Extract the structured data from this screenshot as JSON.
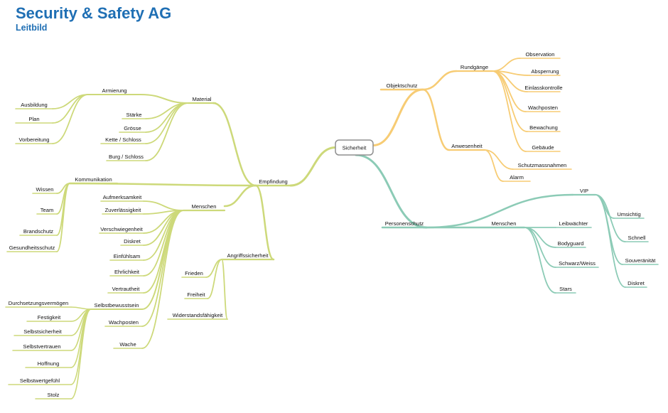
{
  "header": {
    "title": "Security & Safety AG",
    "subtitle": "Leitbild"
  },
  "colors": {
    "empfindung": "#cdd97a",
    "objektschutz": "#f7cc74",
    "personenschutz": "#8ccbb6",
    "title": "#1f6fb4",
    "center_border": "#8f8f8f"
  },
  "mindmap": {
    "center": "Sicherheit",
    "empfindung": {
      "label": "Empfindung",
      "material": {
        "label": "Material",
        "armierung": {
          "label": "Armierung",
          "children": [
            "Ausbildung",
            "Plan",
            "Vorbereitung"
          ]
        },
        "children": [
          "Stärke",
          "Grösse",
          "Kette / Schloss",
          "Burg / Schloss"
        ]
      },
      "kommunikation": {
        "label": "Kommunikation",
        "children": [
          "Wissen",
          "Team",
          "Brandschutz",
          "Gesundheitsschutz"
        ]
      },
      "menschen": {
        "label": "Menschen",
        "children": [
          "Aufmerksamkeit",
          "Zuverlässigkeit",
          "Verschwiegenheit",
          "Diskret",
          "Einfühlsam",
          "Ehrlichkeit",
          "Vertrautheit"
        ],
        "selbstbewusstsein": {
          "label": "Selbstbewusstsein",
          "children": [
            "Durchsetzungsvermögen",
            "Festigkeit",
            "Selbstsicherheit",
            "Selbstvertrauen",
            "Hoffnung",
            "Selbstwertgefühl",
            "Stolz"
          ]
        },
        "more": [
          "Wachposten",
          "Wache"
        ]
      },
      "angriffssicherheit": {
        "label": "Angriffssicherheit",
        "children": [
          "Frieden",
          "Freiheit",
          "Widerstandsfähigkeit"
        ]
      }
    },
    "objektschutz": {
      "label": "Objektschutz",
      "rundgaenge": {
        "label": "Rundgänge",
        "children": [
          "Observation",
          "Absperrung",
          "Einlasskontrolle",
          "Wachposten",
          "Bewachung",
          "Gebäude"
        ]
      },
      "anwesenheit": {
        "label": "Anwesenheit",
        "children": [
          "Schutzmassnahmen",
          "Alarm"
        ]
      }
    },
    "personenschutz": {
      "label": "Personenschutz",
      "vip": {
        "label": "VIP",
        "children": [
          "Umsichtig",
          "Schnell",
          "Souveränität",
          "Diskret"
        ]
      },
      "menschen": {
        "label": "Menschen",
        "children": [
          "Leibwächter",
          "Bodyguard",
          "Schwarz/Weiss",
          "Stars"
        ]
      }
    }
  }
}
